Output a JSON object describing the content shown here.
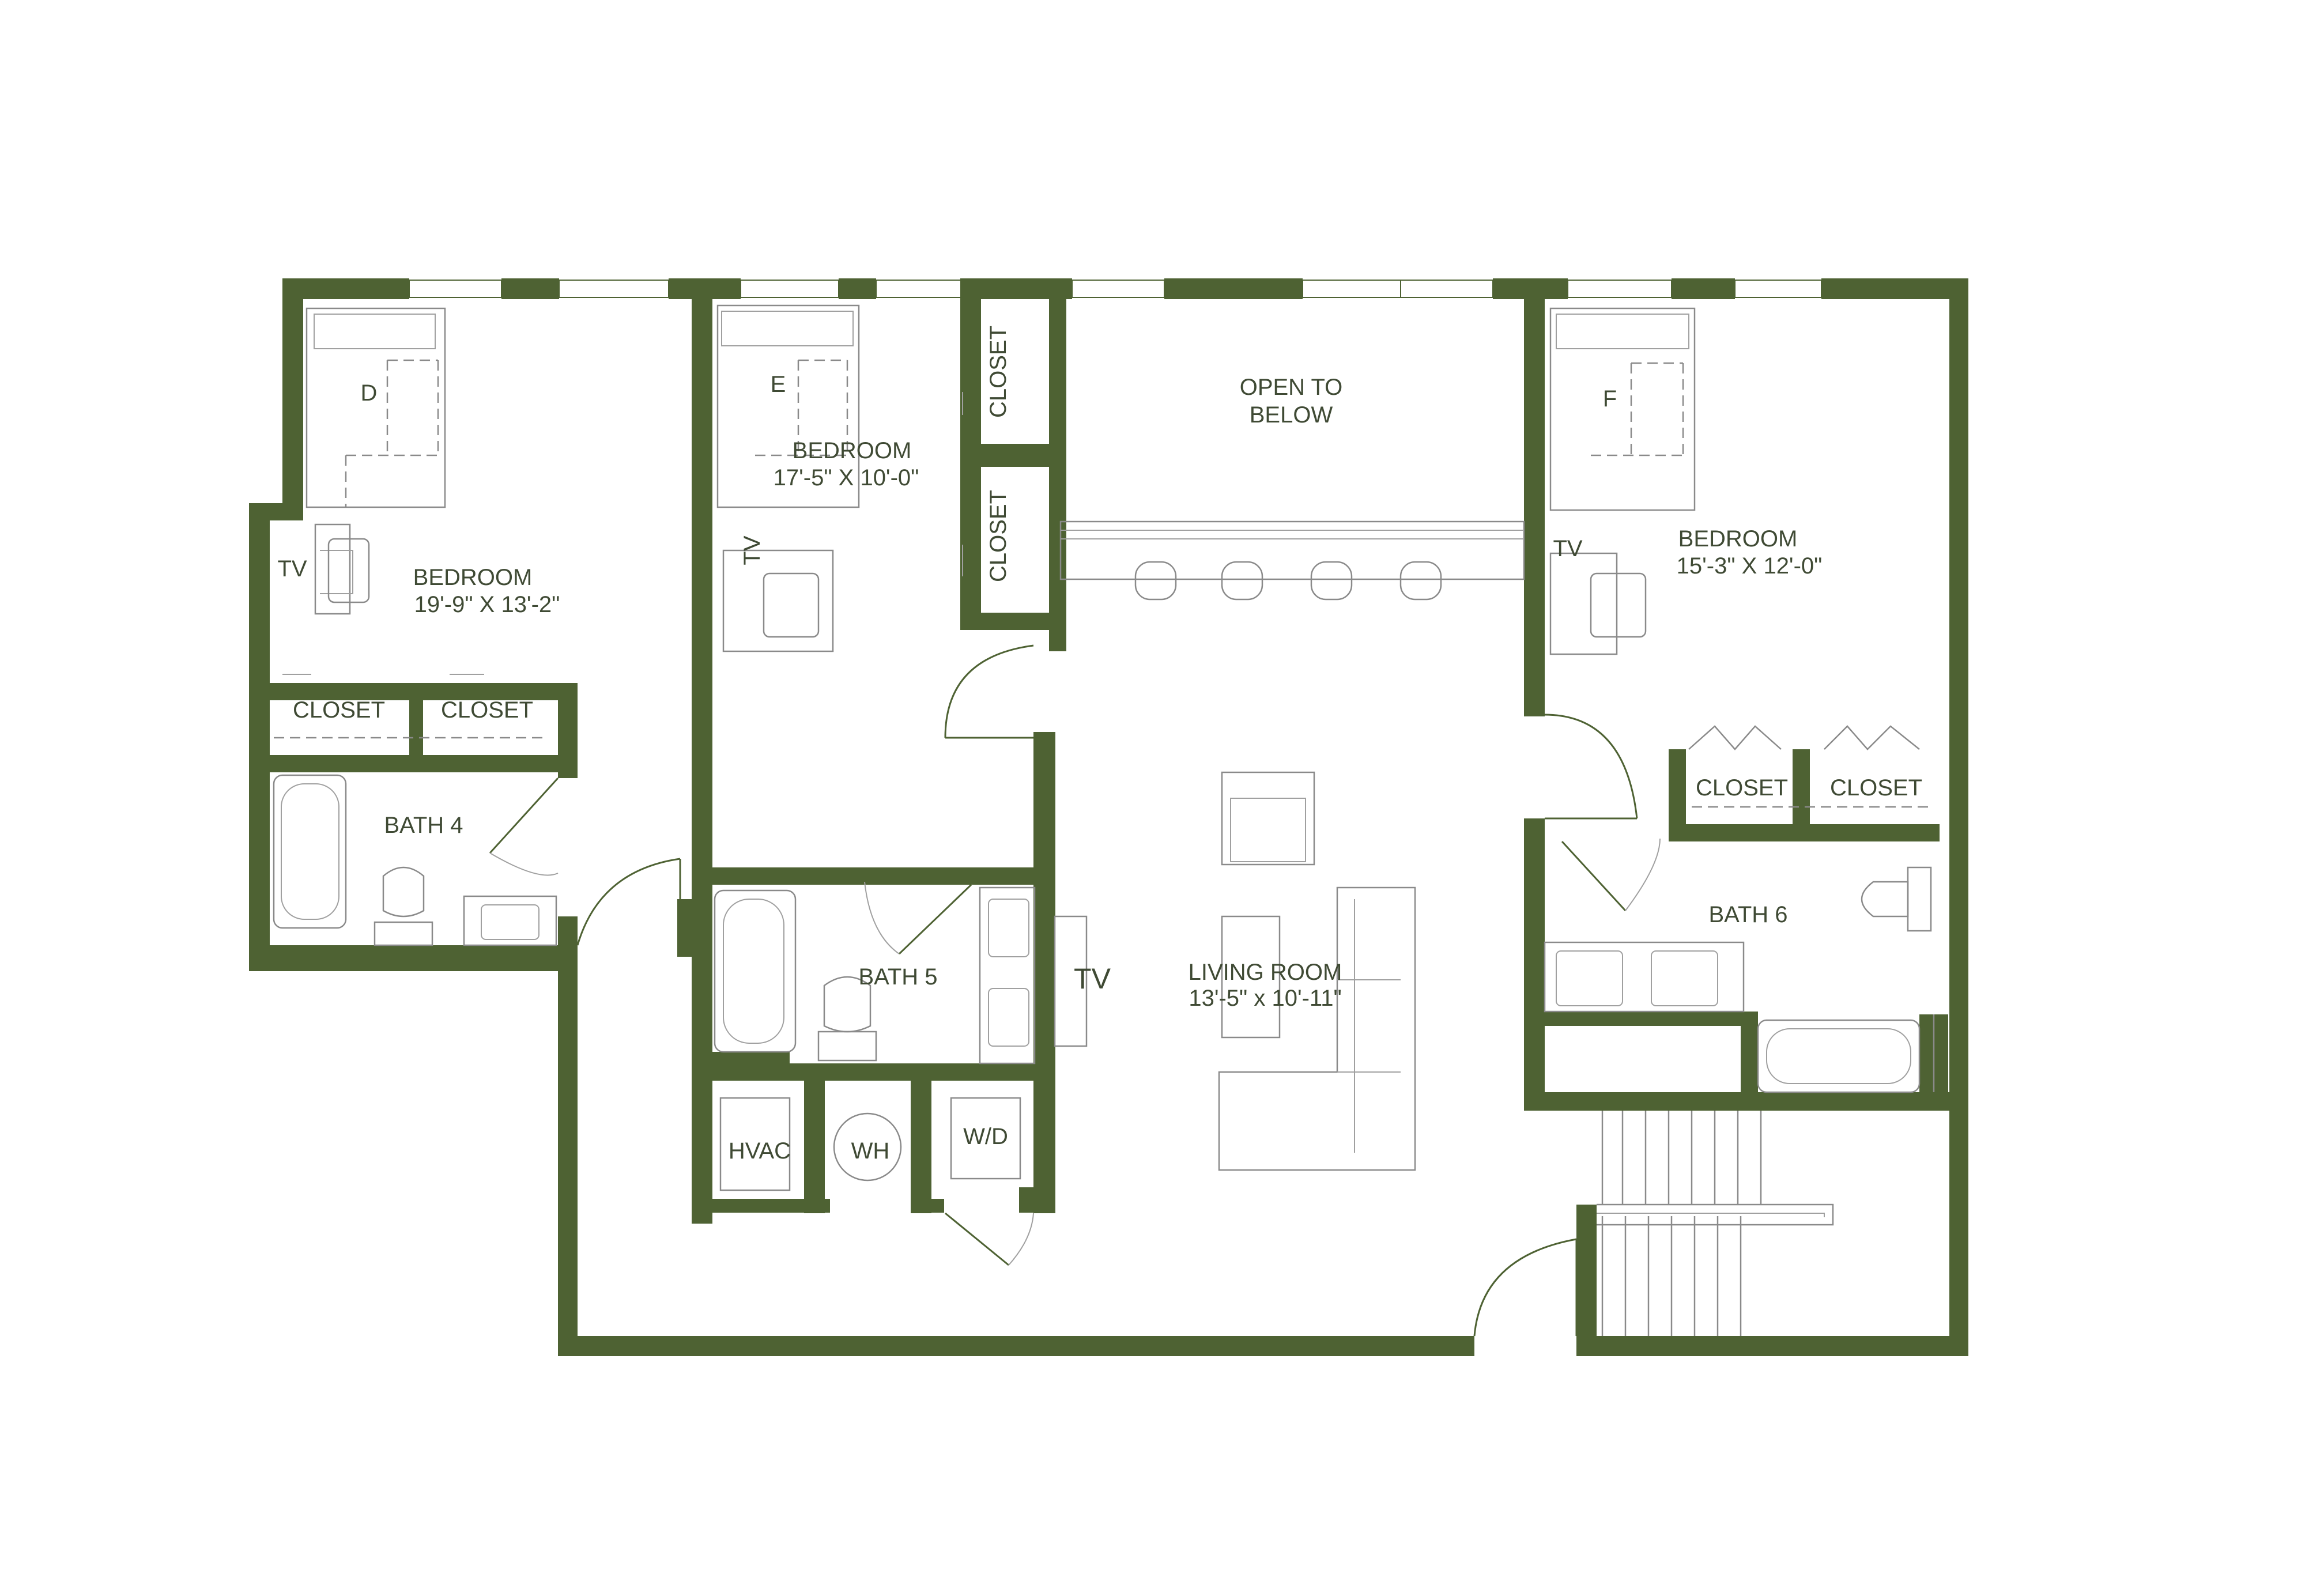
{
  "plan": {
    "wall_color": "#4e6233",
    "labels": {
      "bedroom_d": {
        "name": "BEDROOM",
        "dims": "19'-9\" X  13'-2\"",
        "bed_letter": "D"
      },
      "bedroom_e": {
        "name": "BEDROOM",
        "dims": "17'-5\" X  10'-0\"",
        "bed_letter": "E"
      },
      "bedroom_f": {
        "name": "BEDROOM",
        "dims": "15'-3\" X  12'-0\"",
        "bed_letter": "F"
      },
      "open_to_below": [
        "OPEN TO",
        "BELOW"
      ],
      "living_room": {
        "name": "LIVING ROOM",
        "dims": "13'-5\" x 10'-11\""
      },
      "bath_4": "BATH 4",
      "bath_5": "BATH 5",
      "bath_6": "BATH 6",
      "closet": "CLOSET",
      "tv": "TV",
      "hvac": "HVAC",
      "wh": "WH",
      "wd": "W/D"
    }
  }
}
